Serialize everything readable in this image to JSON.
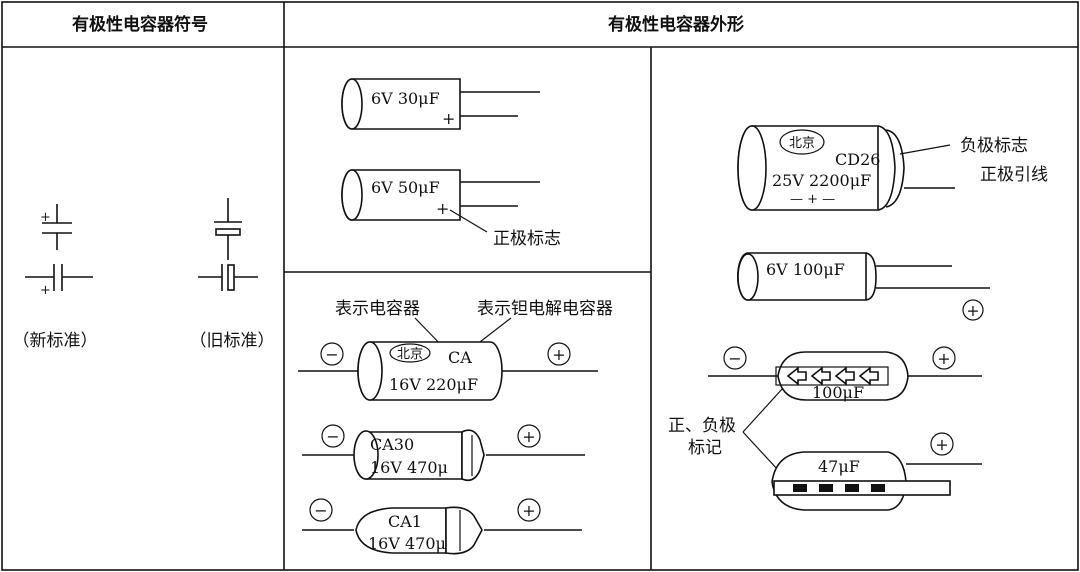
{
  "table": {
    "header_symbol": "有极性电容器符号",
    "header_appearance": "有极性电容器外形"
  },
  "symbols": {
    "plus": "+",
    "new_standard": "（新标准）",
    "old_standard": "（旧标准）"
  },
  "top_left": {
    "cap1_label": "6V  30μF",
    "cap1_plus": "+",
    "cap2_label": "6V  50μF",
    "cap2_plus": "+",
    "positive_mark": "正极标志"
  },
  "bottom_left": {
    "capacitor_label": "表示电容器",
    "tantalum_label": "表示钽电解电容器",
    "beijing": "北京",
    "ca": "CA",
    "ca_value": "16V  220μF",
    "ca30": "CA30",
    "ca30_value": "16V 470μ",
    "ca1": "CA1",
    "ca1_value": "16V  470μ",
    "minus": "−",
    "plus": "+"
  },
  "right": {
    "beijing": "北京",
    "cd26": "CD26",
    "cd26_value": "25V  2200μF",
    "cd26_marks": "—  +  —",
    "negative_mark": "负极标志",
    "positive_lead": "正极引线",
    "cap100_label": "6V  100μF",
    "minus": "−",
    "plus": "+",
    "cap100b_value": "100μF",
    "pos_neg_mark_line1": "正、负极",
    "pos_neg_mark_line2": "标记",
    "cap47_value": "47μF"
  }
}
